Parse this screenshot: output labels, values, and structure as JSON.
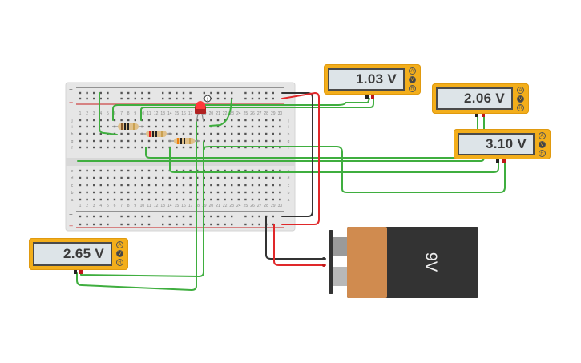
{
  "app": "Circuit simulator",
  "breadboard": {
    "rail_minus_label": "−",
    "rail_plus_label": "+",
    "rows_top": [
      "j",
      "i",
      "h",
      "g",
      "f"
    ],
    "rows_bottom": [
      "e",
      "d",
      "c",
      "b",
      "a"
    ],
    "columns": 30
  },
  "multimeters": [
    {
      "id": "meter-1",
      "reading": "1.03 V",
      "modes": [
        "A",
        "V",
        "R"
      ],
      "active_mode": "V"
    },
    {
      "id": "meter-2",
      "reading": "2.06 V",
      "modes": [
        "A",
        "V",
        "R"
      ],
      "active_mode": "V"
    },
    {
      "id": "meter-3",
      "reading": "3.10 V",
      "modes": [
        "A",
        "V",
        "R"
      ],
      "active_mode": "V"
    },
    {
      "id": "meter-4",
      "reading": "2.65 V",
      "modes": [
        "A",
        "V",
        "R"
      ],
      "active_mode": "V"
    }
  ],
  "battery": {
    "label": "9V"
  },
  "led": {
    "warning_glyph": "!"
  },
  "colors": {
    "wire_green": "#3fae3f",
    "wire_red": "#e0282a",
    "wire_black": "#333333",
    "meter_body": "#f3ae1b",
    "battery_copper": "#d08b4f",
    "battery_body": "#333333"
  }
}
